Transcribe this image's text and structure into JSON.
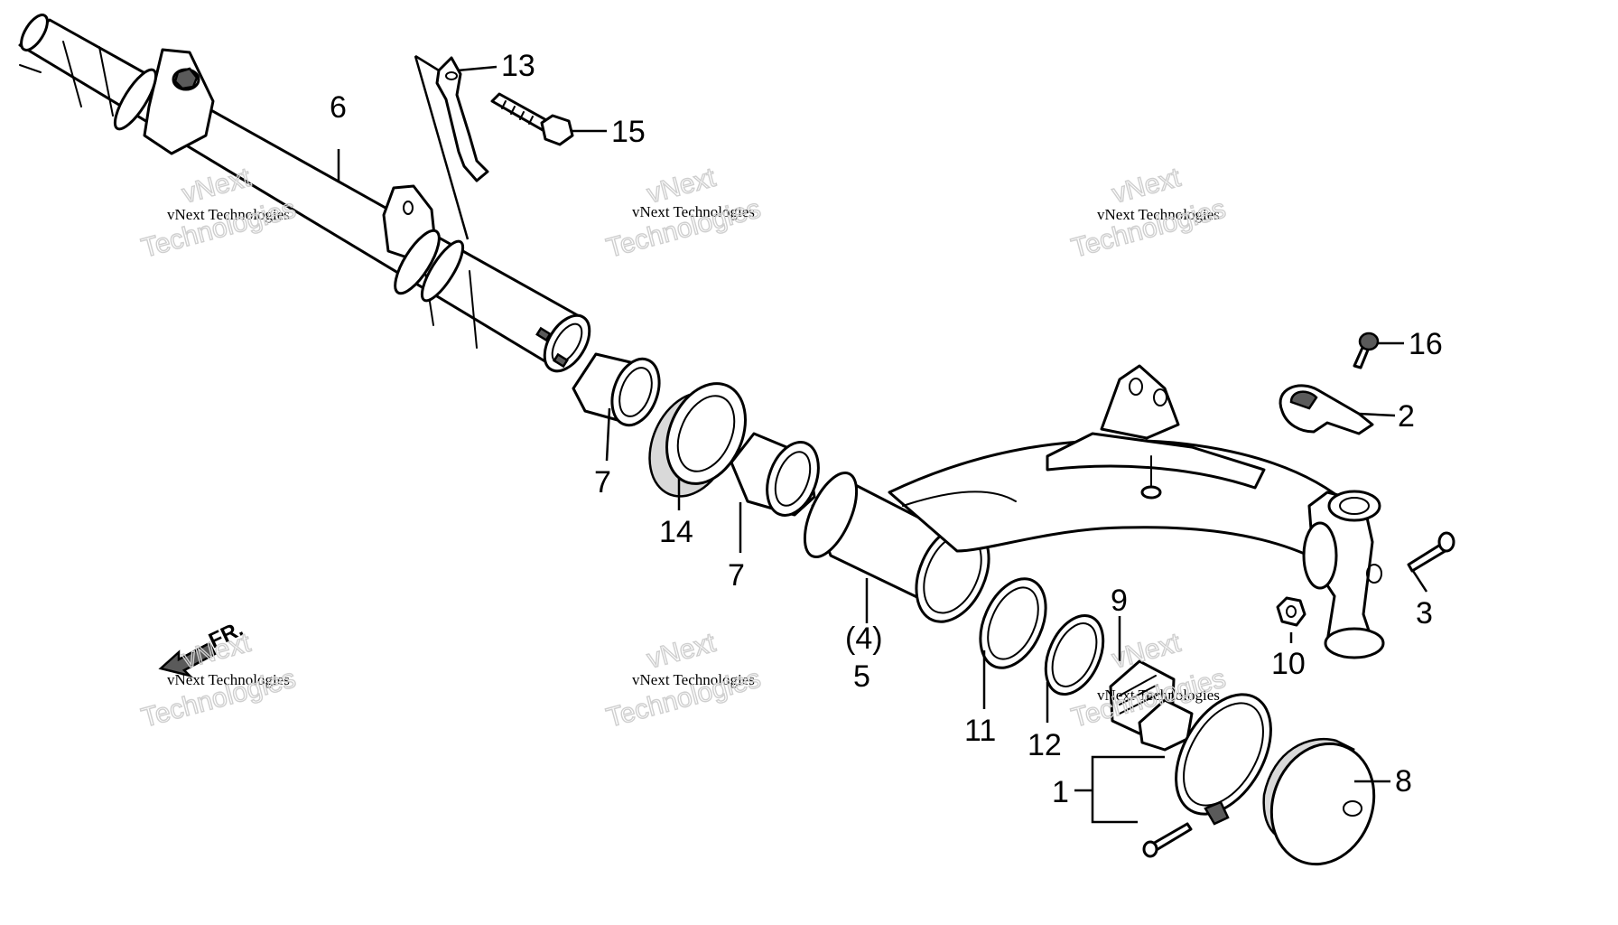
{
  "callouts": {
    "c1": "1",
    "c2": "2",
    "c3": "3",
    "c4": "(4)",
    "c5": "5",
    "c6": "6",
    "c7a": "7",
    "c7b": "7",
    "c8": "8",
    "c9": "9",
    "c10": "10",
    "c11": "11",
    "c12": "12",
    "c13": "13",
    "c14": "14",
    "c15": "15",
    "c16": "16"
  },
  "direction_label": "FR.",
  "watermark": {
    "line1": "vNext Technologies",
    "line2": "vNext",
    "line3": "Technologies"
  },
  "colors": {
    "line": "#000000",
    "background": "#ffffff",
    "watermark_outline": "#cfcfcf"
  }
}
